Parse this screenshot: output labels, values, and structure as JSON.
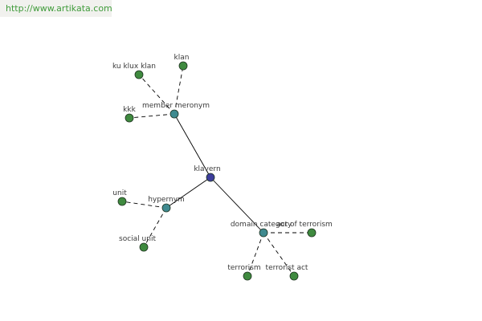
{
  "header": {
    "url_text": "http://www.artikata.com"
  },
  "graph": {
    "colors": {
      "root": "#3d3d9c",
      "relation": "#3f8a8f",
      "term": "#3f8a3f"
    },
    "nodes": [
      {
        "id": "klavern",
        "label": "klavern",
        "kind": "root"
      },
      {
        "id": "member-meronym",
        "label": "member meronym",
        "kind": "relation"
      },
      {
        "id": "hypernym",
        "label": "hypernym",
        "kind": "relation"
      },
      {
        "id": "domain-category",
        "label": "domain category",
        "kind": "relation"
      },
      {
        "id": "ku-klux-klan",
        "label": "ku klux klan",
        "kind": "term"
      },
      {
        "id": "klan",
        "label": "klan",
        "kind": "term"
      },
      {
        "id": "kkk",
        "label": "kkk",
        "kind": "term"
      },
      {
        "id": "unit",
        "label": "unit",
        "kind": "term"
      },
      {
        "id": "social-unit",
        "label": "social unit",
        "kind": "term"
      },
      {
        "id": "act-of-terrorism",
        "label": "act of terrorism",
        "kind": "term"
      },
      {
        "id": "terrorism",
        "label": "terrorism",
        "kind": "term"
      },
      {
        "id": "terrorist-act",
        "label": "terrorist act",
        "kind": "term"
      }
    ],
    "edges": [
      {
        "from": "klavern",
        "to": "member-meronym",
        "style": "solid"
      },
      {
        "from": "klavern",
        "to": "hypernym",
        "style": "solid"
      },
      {
        "from": "klavern",
        "to": "domain-category",
        "style": "solid"
      },
      {
        "from": "member-meronym",
        "to": "ku-klux-klan",
        "style": "dashed"
      },
      {
        "from": "member-meronym",
        "to": "klan",
        "style": "dashed"
      },
      {
        "from": "member-meronym",
        "to": "kkk",
        "style": "dashed"
      },
      {
        "from": "hypernym",
        "to": "unit",
        "style": "dashed"
      },
      {
        "from": "hypernym",
        "to": "social-unit",
        "style": "dashed"
      },
      {
        "from": "domain-category",
        "to": "act-of-terrorism",
        "style": "dashed"
      },
      {
        "from": "domain-category",
        "to": "terrorism",
        "style": "dashed"
      },
      {
        "from": "domain-category",
        "to": "terrorist-act",
        "style": "dashed"
      }
    ]
  }
}
